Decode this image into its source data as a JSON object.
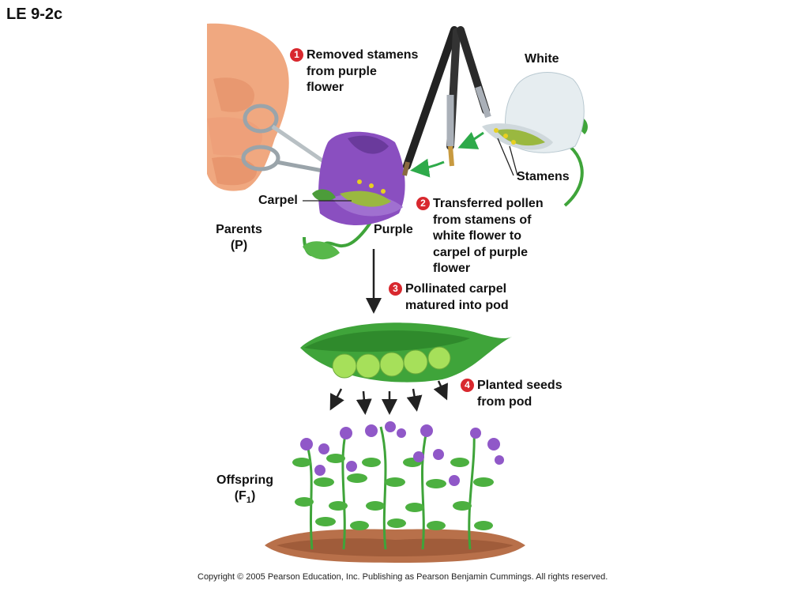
{
  "title": "LE 9-2c",
  "labels": {
    "white": "White",
    "stamens": "Stamens",
    "carpel": "Carpel",
    "purple": "Purple",
    "parents": [
      "Parents",
      "(P)"
    ],
    "offspring_line1": "Offspring",
    "offspring_base": "(F",
    "offspring_sub": "1",
    "offspring_close": ")"
  },
  "steps": [
    {
      "number": "1",
      "lines": [
        "Removed stamens",
        "from purple",
        "flower"
      ]
    },
    {
      "number": "2",
      "lines": [
        "Transferred pollen",
        "from stamens of",
        "white flower to",
        "carpel of purple",
        "flower"
      ]
    },
    {
      "number": "3",
      "lines": [
        "Pollinated carpel",
        "matured into pod"
      ]
    },
    {
      "number": "4",
      "lines": [
        "Planted seeds",
        "from pod"
      ]
    }
  ],
  "copyright": "Copyright © 2005 Pearson Education, Inc. Publishing as Pearson Benjamin Cummings. All rights reserved.",
  "colors": {
    "badge": "#d8282e",
    "purple_flower": "#8a4fc0",
    "white_flower": "#e6edf0",
    "green": "#3fa43a",
    "pea": "#a6e05a",
    "soil": "#b8704a",
    "skin": "#f0a880",
    "arrow_green": "#2eaa4a"
  }
}
